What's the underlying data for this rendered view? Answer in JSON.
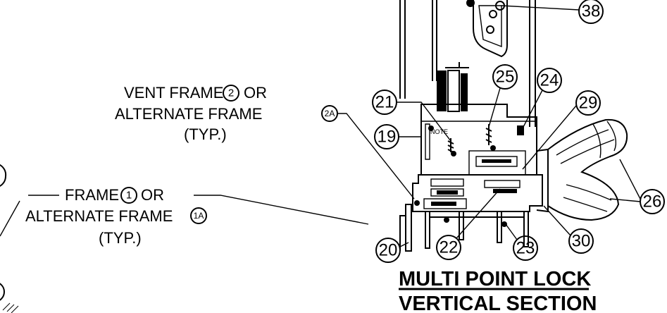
{
  "labels": {
    "vent_frame_line1_a": "VENT FRAME",
    "vent_frame_circle": "2",
    "vent_frame_line1_b": "OR",
    "vent_frame_line2_a": "ALTERNATE FRAME",
    "vent_frame_alt_circle": "2A",
    "vent_frame_line3": "(TYP.)",
    "frame_line1_a": "FRAME",
    "frame_circle": "1",
    "frame_line1_b": "OR",
    "frame_line2_a": "ALTERNATE FRAME",
    "frame_alt_circle": "1A",
    "frame_line3": "(TYP.)"
  },
  "callouts": {
    "c38": "38",
    "c25": "25",
    "c24": "24",
    "c21": "21",
    "c29": "29",
    "c19": "19",
    "c26": "26",
    "c20": "20",
    "c22": "22",
    "c23": "23",
    "c30": "30"
  },
  "title": {
    "line1": "MULTI POINT LOCK",
    "line2": "VERTICAL SECTION"
  }
}
